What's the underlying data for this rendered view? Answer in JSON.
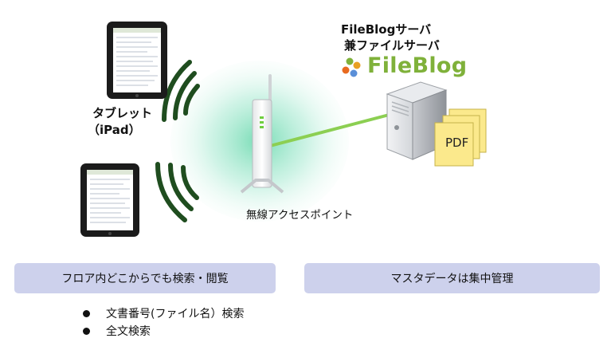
{
  "tablet_label_line1": "タブレット",
  "tablet_label_line2": "（iPad）",
  "server_title_line1": "FileBlogサーバ",
  "server_title_line2": "兼ファイルサーバ",
  "brand_name": "FileBlog",
  "pdf_label": "PDF",
  "access_point_label": "無線アクセスポイント",
  "left_box_label": "フロア内どこからでも検索・閲覧",
  "right_box_label": "マスタデータは集中管理",
  "bullets": [
    "文書番号(ファイル名）検索",
    "全文検索"
  ],
  "colors": {
    "box_fill": "#cdd1ec",
    "wave": "#1f4d1f",
    "link_line": "#8ccf52",
    "brand_green": "#7fb13a",
    "glow": "#8fe0c0"
  }
}
